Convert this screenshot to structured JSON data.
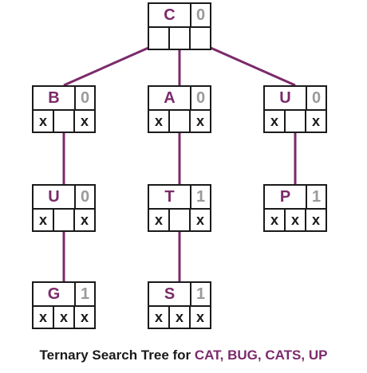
{
  "caption": {
    "prefix": "Ternary Search Tree for ",
    "words": "CAT, BUG, CATS, UP"
  },
  "colors": {
    "accent": "#7b2a6b",
    "flag": "#9a9a9a",
    "border": "#1a1a1a"
  },
  "nodes": [
    {
      "char": "C",
      "flag": "0",
      "pointers": [
        "",
        "",
        ""
      ]
    },
    {
      "char": "B",
      "flag": "0",
      "pointers": [
        "x",
        "",
        "x"
      ]
    },
    {
      "char": "A",
      "flag": "0",
      "pointers": [
        "x",
        "",
        "x"
      ]
    },
    {
      "char": "U",
      "flag": "0",
      "pointers": [
        "x",
        "",
        "x"
      ]
    },
    {
      "char": "U",
      "flag": "0",
      "pointers": [
        "x",
        "",
        "x"
      ]
    },
    {
      "char": "T",
      "flag": "1",
      "pointers": [
        "x",
        "",
        "x"
      ]
    },
    {
      "char": "P",
      "flag": "1",
      "pointers": [
        "x",
        "x",
        "x"
      ]
    },
    {
      "char": "G",
      "flag": "1",
      "pointers": [
        "x",
        "x",
        "x"
      ]
    },
    {
      "char": "S",
      "flag": "1",
      "pointers": [
        "x",
        "x",
        "x"
      ]
    }
  ]
}
